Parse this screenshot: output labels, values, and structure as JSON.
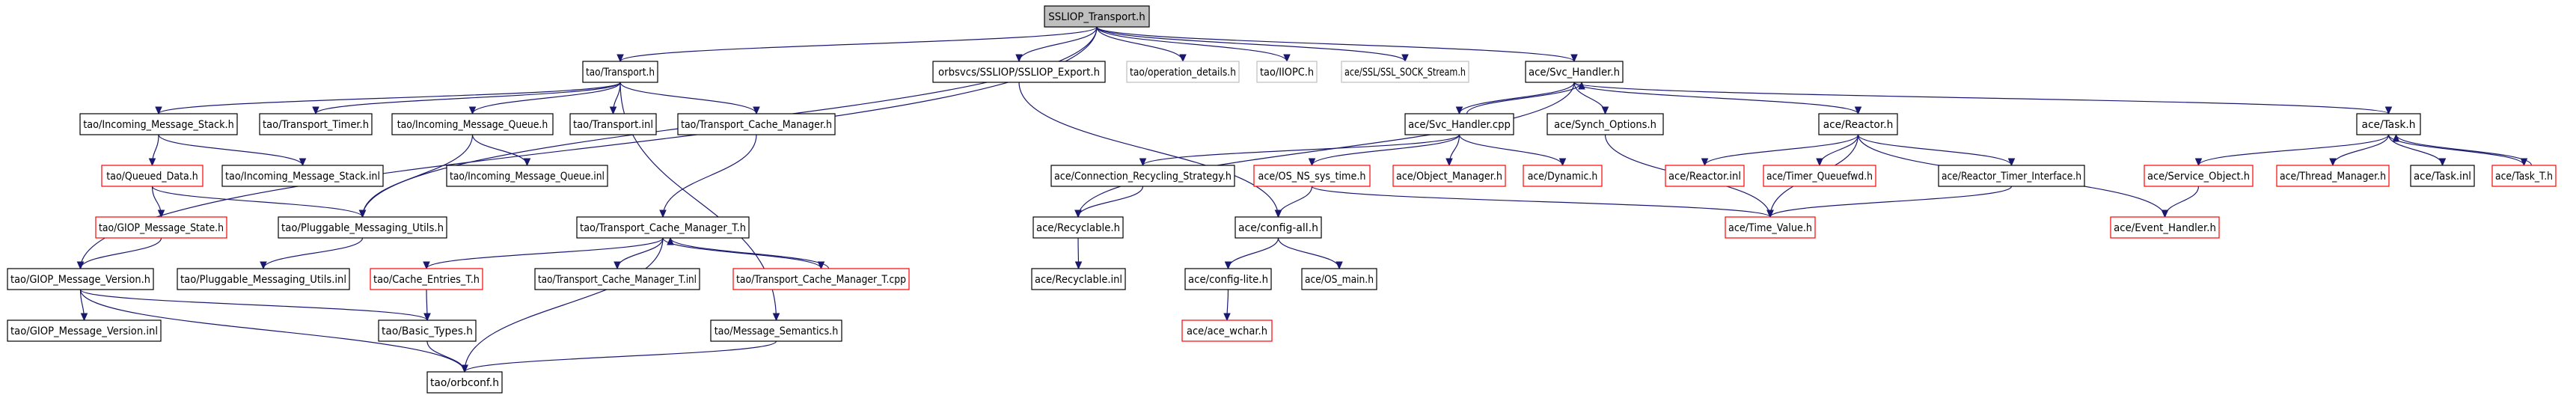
{
  "colors": {
    "edge": "#191970",
    "root_fill": "#bfbfbf",
    "root_border": "#000000",
    "doc_border": "#000000",
    "undoc_border": "#ff0000",
    "external_border": "#bfbfbf",
    "text": "#000000"
  },
  "nodes": [
    {
      "id": "root",
      "label": "SSLIOP_Transport.h",
      "kind": "root"
    },
    {
      "id": "tao_transport",
      "label": "tao/Transport.h",
      "kind": "doc"
    },
    {
      "id": "ssliop_export",
      "label": "orbsvcs/SSLIOP/SSLIOP_Export.h",
      "kind": "doc"
    },
    {
      "id": "op_details",
      "label": "tao/operation_details.h",
      "kind": "external"
    },
    {
      "id": "iiopc",
      "label": "tao/IIOPC.h",
      "kind": "external"
    },
    {
      "id": "ssl_sock",
      "label": "ace/SSL/SSL_SOCK_Stream.h",
      "kind": "external"
    },
    {
      "id": "svc_handler",
      "label": "ace/Svc_Handler.h",
      "kind": "doc"
    },
    {
      "id": "inc_msg_stack",
      "label": "tao/Incoming_Message_Stack.h",
      "kind": "doc"
    },
    {
      "id": "transport_timer",
      "label": "tao/Transport_Timer.h",
      "kind": "doc"
    },
    {
      "id": "inc_msg_queue",
      "label": "tao/Incoming_Message_Queue.h",
      "kind": "doc"
    },
    {
      "id": "transport_inl",
      "label": "tao/Transport.inl",
      "kind": "doc"
    },
    {
      "id": "tcm",
      "label": "tao/Transport_Cache_Manager.h",
      "kind": "doc"
    },
    {
      "id": "svc_handler_cpp",
      "label": "ace/Svc_Handler.cpp",
      "kind": "doc"
    },
    {
      "id": "synch_options",
      "label": "ace/Synch_Options.h",
      "kind": "doc"
    },
    {
      "id": "reactor",
      "label": "ace/Reactor.h",
      "kind": "doc"
    },
    {
      "id": "task",
      "label": "ace/Task.h",
      "kind": "doc"
    },
    {
      "id": "queued_data",
      "label": "tao/Queued_Data.h",
      "kind": "undoc"
    },
    {
      "id": "inc_msg_stack_inl",
      "label": "tao/Incoming_Message_Stack.inl",
      "kind": "doc"
    },
    {
      "id": "inc_msg_queue_inl",
      "label": "tao/Incoming_Message_Queue.inl",
      "kind": "doc"
    },
    {
      "id": "conn_recycling",
      "label": "ace/Connection_Recycling_Strategy.h",
      "kind": "doc"
    },
    {
      "id": "os_ns_sys_time",
      "label": "ace/OS_NS_sys_time.h",
      "kind": "undoc"
    },
    {
      "id": "object_manager",
      "label": "ace/Object_Manager.h",
      "kind": "undoc"
    },
    {
      "id": "ace_dynamic",
      "label": "ace/Dynamic.h",
      "kind": "undoc"
    },
    {
      "id": "reactor_inl",
      "label": "ace/Reactor.inl",
      "kind": "undoc"
    },
    {
      "id": "timer_queuefwd",
      "label": "ace/Timer_Queuefwd.h",
      "kind": "undoc"
    },
    {
      "id": "reactor_timer_iface",
      "label": "ace/Reactor_Timer_Interface.h",
      "kind": "doc"
    },
    {
      "id": "service_object",
      "label": "ace/Service_Object.h",
      "kind": "undoc"
    },
    {
      "id": "thread_manager",
      "label": "ace/Thread_Manager.h",
      "kind": "undoc"
    },
    {
      "id": "task_inl",
      "label": "ace/Task.inl",
      "kind": "doc"
    },
    {
      "id": "task_t",
      "label": "ace/Task_T.h",
      "kind": "undoc"
    },
    {
      "id": "giop_msg_state",
      "label": "tao/GIOP_Message_State.h",
      "kind": "undoc"
    },
    {
      "id": "pluggable",
      "label": "tao/Pluggable_Messaging_Utils.h",
      "kind": "doc"
    },
    {
      "id": "tcm_t",
      "label": "tao/Transport_Cache_Manager_T.h",
      "kind": "doc"
    },
    {
      "id": "recyclable",
      "label": "ace/Recyclable.h",
      "kind": "doc"
    },
    {
      "id": "config_all",
      "label": "ace/config-all.h",
      "kind": "doc"
    },
    {
      "id": "time_value",
      "label": "ace/Time_Value.h",
      "kind": "undoc"
    },
    {
      "id": "event_handler",
      "label": "ace/Event_Handler.h",
      "kind": "undoc"
    },
    {
      "id": "giop_msg_version",
      "label": "tao/GIOP_Message_Version.h",
      "kind": "doc"
    },
    {
      "id": "pluggable_inl",
      "label": "tao/Pluggable_Messaging_Utils.inl",
      "kind": "doc"
    },
    {
      "id": "cache_entries",
      "label": "tao/Cache_Entries_T.h",
      "kind": "undoc"
    },
    {
      "id": "tcm_t_inl",
      "label": "tao/Transport_Cache_Manager_T.inl",
      "kind": "doc"
    },
    {
      "id": "tcm_t_cpp",
      "label": "tao/Transport_Cache_Manager_T.cpp",
      "kind": "undoc"
    },
    {
      "id": "recyclable_inl",
      "label": "ace/Recyclable.inl",
      "kind": "doc"
    },
    {
      "id": "config_lite",
      "label": "ace/config-lite.h",
      "kind": "doc"
    },
    {
      "id": "os_main",
      "label": "ace/OS_main.h",
      "kind": "doc"
    },
    {
      "id": "giop_msg_version_inl",
      "label": "tao/GIOP_Message_Version.inl",
      "kind": "doc"
    },
    {
      "id": "basic_types",
      "label": "tao/Basic_Types.h",
      "kind": "doc"
    },
    {
      "id": "msg_semantics",
      "label": "tao/Message_Semantics.h",
      "kind": "doc"
    },
    {
      "id": "ace_wchar",
      "label": "ace/ace_wchar.h",
      "kind": "undoc"
    },
    {
      "id": "orbconf",
      "label": "tao/orbconf.h",
      "kind": "doc"
    }
  ],
  "edges": [
    [
      "root",
      "tao_transport"
    ],
    [
      "root",
      "ssliop_export"
    ],
    [
      "root",
      "op_details"
    ],
    [
      "root",
      "iiopc"
    ],
    [
      "root",
      "ssl_sock"
    ],
    [
      "root",
      "svc_handler"
    ],
    [
      "root",
      "giop_msg_version"
    ],
    [
      "root",
      "pluggable"
    ],
    [
      "tao_transport",
      "inc_msg_stack"
    ],
    [
      "tao_transport",
      "transport_timer"
    ],
    [
      "tao_transport",
      "inc_msg_queue"
    ],
    [
      "tao_transport",
      "transport_inl"
    ],
    [
      "tao_transport",
      "tcm"
    ],
    [
      "tao_transport",
      "msg_semantics"
    ],
    [
      "ssliop_export",
      "config_all"
    ],
    [
      "svc_handler",
      "svc_handler_cpp"
    ],
    [
      "svc_handler",
      "synch_options"
    ],
    [
      "svc_handler",
      "reactor"
    ],
    [
      "svc_handler",
      "task"
    ],
    [
      "svc_handler",
      "recyclable"
    ],
    [
      "svc_handler_cpp",
      "svc_handler"
    ],
    [
      "svc_handler_cpp",
      "conn_recycling"
    ],
    [
      "svc_handler_cpp",
      "os_ns_sys_time"
    ],
    [
      "svc_handler_cpp",
      "object_manager"
    ],
    [
      "svc_handler_cpp",
      "ace_dynamic"
    ],
    [
      "synch_options",
      "time_value"
    ],
    [
      "reactor",
      "reactor_inl"
    ],
    [
      "reactor",
      "timer_queuefwd"
    ],
    [
      "reactor",
      "reactor_timer_iface"
    ],
    [
      "reactor",
      "time_value"
    ],
    [
      "reactor",
      "event_handler"
    ],
    [
      "reactor_timer_iface",
      "time_value"
    ],
    [
      "task",
      "service_object"
    ],
    [
      "task",
      "thread_manager"
    ],
    [
      "task",
      "task_inl"
    ],
    [
      "task",
      "task_t"
    ],
    [
      "task_t",
      "task"
    ],
    [
      "service_object",
      "event_handler"
    ],
    [
      "inc_msg_stack",
      "queued_data"
    ],
    [
      "inc_msg_stack",
      "inc_msg_stack_inl"
    ],
    [
      "inc_msg_queue",
      "inc_msg_queue_inl"
    ],
    [
      "inc_msg_queue",
      "pluggable"
    ],
    [
      "queued_data",
      "giop_msg_state"
    ],
    [
      "queued_data",
      "pluggable"
    ],
    [
      "giop_msg_state",
      "giop_msg_version"
    ],
    [
      "pluggable",
      "pluggable_inl"
    ],
    [
      "tcm",
      "tcm_t"
    ],
    [
      "tcm_t",
      "cache_entries"
    ],
    [
      "tcm_t",
      "tcm_t_inl"
    ],
    [
      "tcm_t",
      "tcm_t_cpp"
    ],
    [
      "tcm_t",
      "orbconf"
    ],
    [
      "tcm_t_cpp",
      "tcm_t"
    ],
    [
      "cache_entries",
      "basic_types"
    ],
    [
      "conn_recycling",
      "recyclable"
    ],
    [
      "os_ns_sys_time",
      "time_value"
    ],
    [
      "os_ns_sys_time",
      "config_all"
    ],
    [
      "recyclable",
      "recyclable_inl"
    ],
    [
      "config_all",
      "config_lite"
    ],
    [
      "config_all",
      "os_main"
    ],
    [
      "config_lite",
      "ace_wchar"
    ],
    [
      "giop_msg_version",
      "giop_msg_version_inl"
    ],
    [
      "giop_msg_version",
      "basic_types"
    ],
    [
      "giop_msg_version",
      "orbconf"
    ],
    [
      "basic_types",
      "orbconf"
    ],
    [
      "msg_semantics",
      "orbconf"
    ]
  ]
}
